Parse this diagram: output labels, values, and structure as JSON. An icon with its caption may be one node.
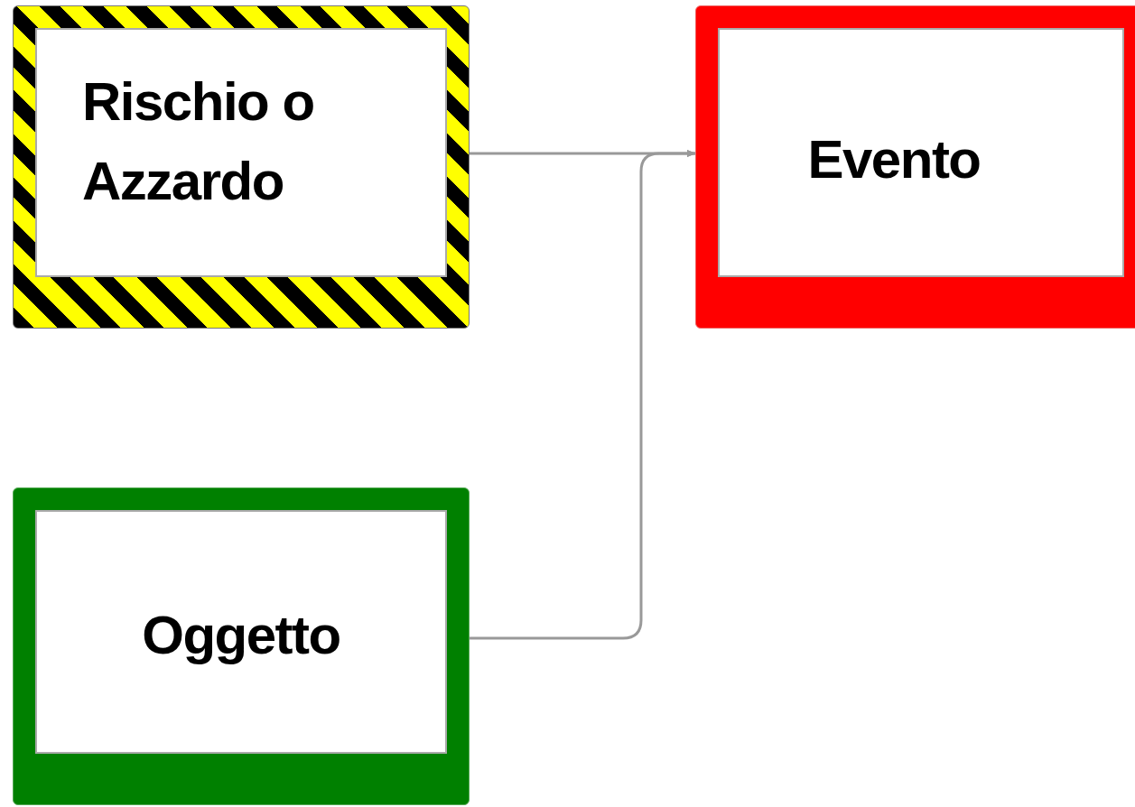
{
  "diagram": {
    "nodes": [
      {
        "text": [
          "Rischio o Azzardo"
        ]
      },
      {
        "text": [
          "Evento"
        ]
      },
      {
        "text": [
          "Oggetto"
        ]
      }
    ],
    "edges": [
      {
        "from": 0,
        "to": 1,
        "arrow": "to"
      },
      {
        "from": 2,
        "to": 1,
        "arrow": "to"
      }
    ]
  }
}
